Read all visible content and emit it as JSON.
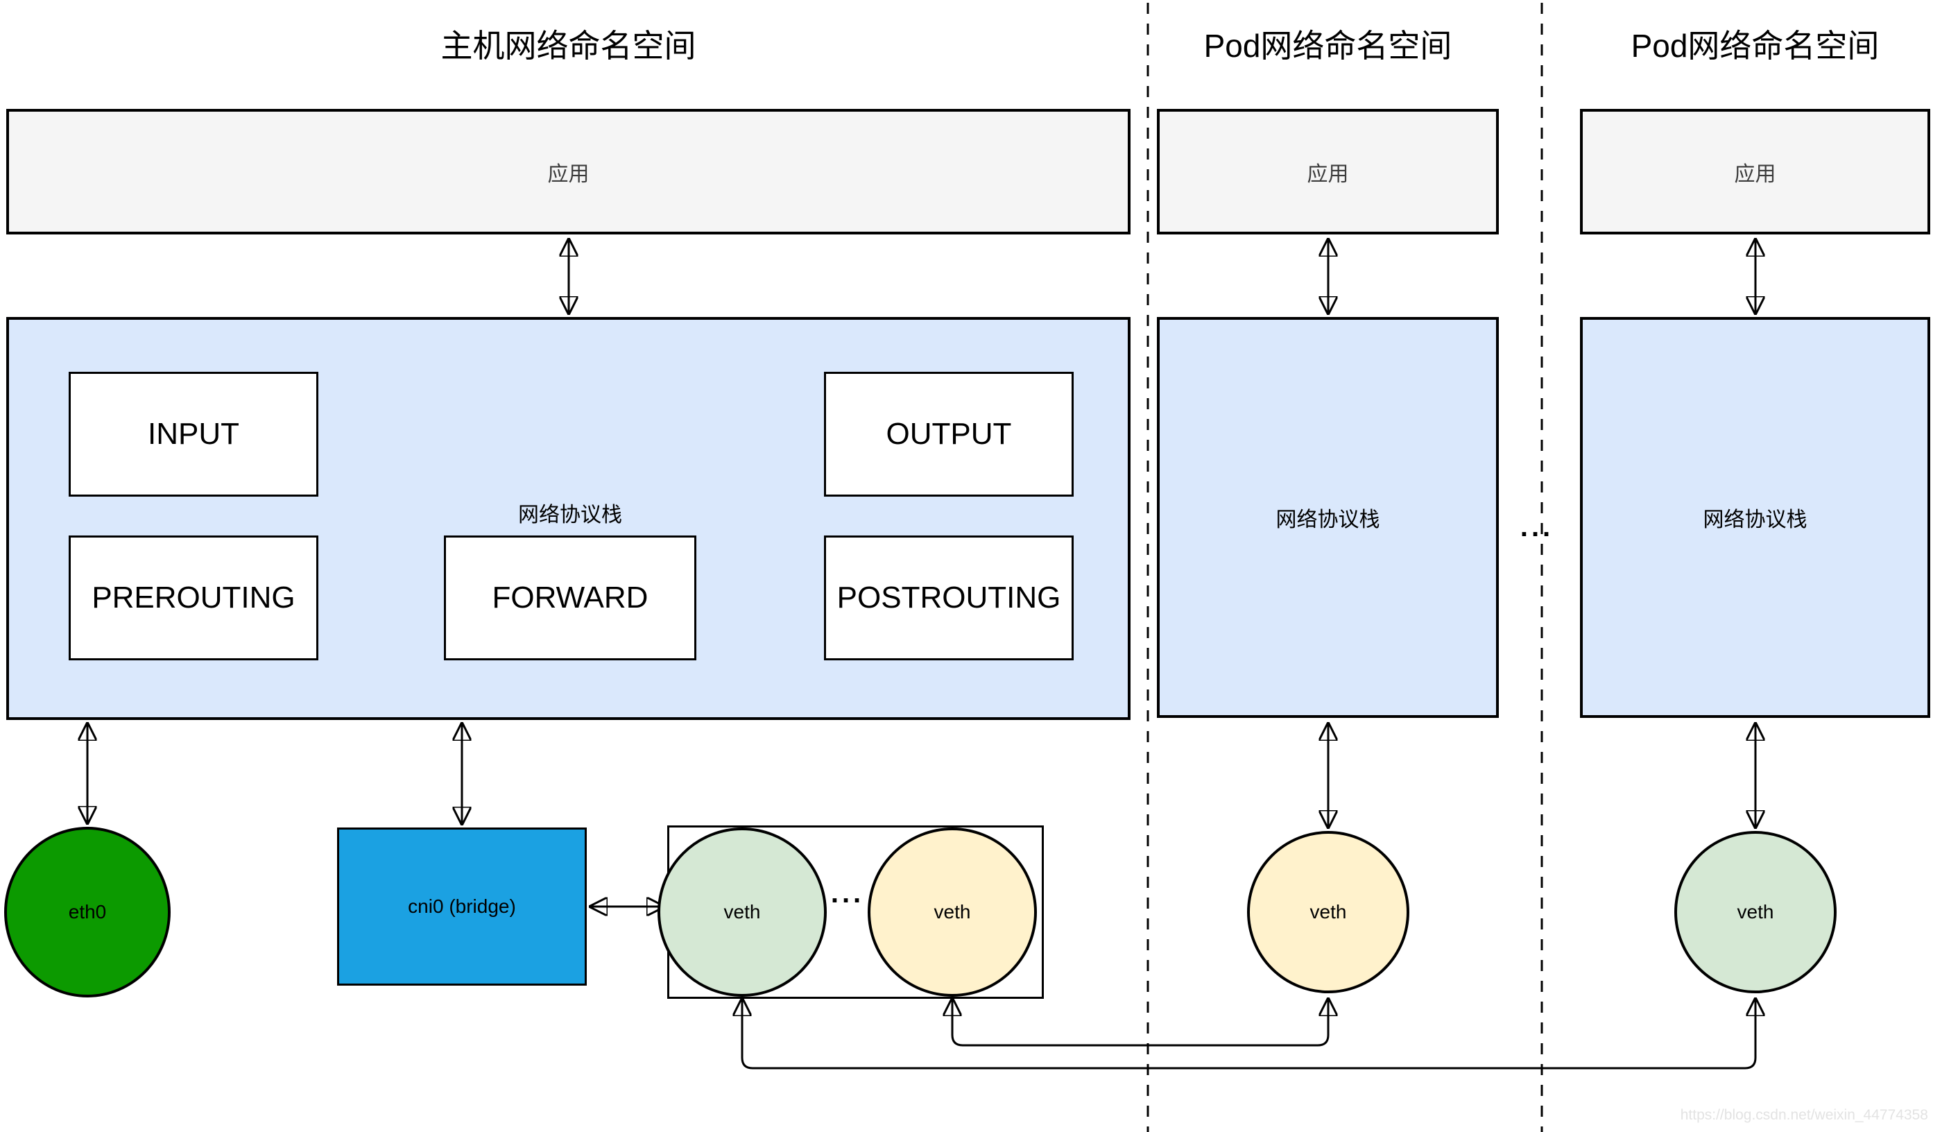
{
  "titles": {
    "host": "主机网络命名空间",
    "pod1": "Pod网络命名空间",
    "pod2": "Pod网络命名空间"
  },
  "host": {
    "app_label": "应用",
    "stack_label": "网络协议栈",
    "chains": {
      "input": "INPUT",
      "output": "OUTPUT",
      "prerouting": "PREROUTING",
      "forward": "FORWARD",
      "postrouting": "POSTROUTING"
    },
    "eth0_label": "eth0",
    "cni0_label": "cni0 (bridge)",
    "veths": [
      {
        "label": "veth"
      },
      {
        "label": "veth"
      }
    ],
    "veth_ellipsis": "..."
  },
  "pod1": {
    "app_label": "应用",
    "stack_label": "网络协议栈",
    "veth_label": "veth"
  },
  "pod2": {
    "app_label": "应用",
    "stack_label": "网络协议栈",
    "veth_label": "veth"
  },
  "pods_ellipsis": "...",
  "watermark": {
    "text": "https://blog.csdn.net/weixin_44774358"
  },
  "colors": {
    "app-fill": "#f5f5f5",
    "stack-fill": "#dae8fc",
    "cni0-fill": "#1ba1e2",
    "eth0-fill": "#0c9a00",
    "veth-green": "#d5e8d4",
    "veth-yellow": "#fff2cc",
    "watermark": "#e3e3e3"
  }
}
